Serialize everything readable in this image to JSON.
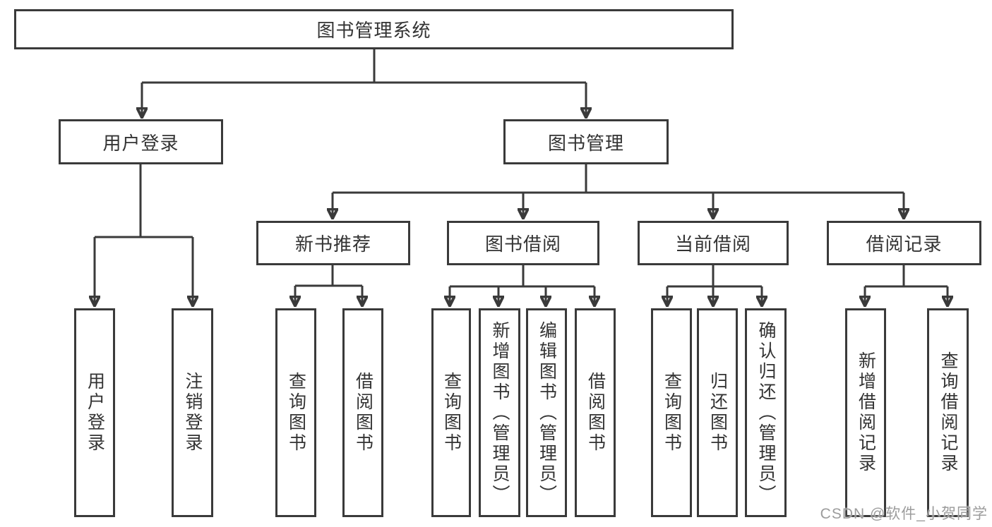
{
  "tree": {
    "root": {
      "label": "图书管理系统"
    },
    "branches": [
      {
        "label": "用户登录",
        "children": [
          {
            "label": "用户登录"
          },
          {
            "label": "注销登录"
          }
        ]
      },
      {
        "label": "图书管理",
        "sections": [
          {
            "label": "新书推荐",
            "children": [
              {
                "label": "查询图书"
              },
              {
                "label": "借阅图书"
              }
            ]
          },
          {
            "label": "图书借阅",
            "children": [
              {
                "label": "查询图书"
              },
              {
                "label": "新增图书（管理员）"
              },
              {
                "label": "编辑图书（管理员）"
              },
              {
                "label": "借阅图书"
              }
            ]
          },
          {
            "label": "当前借阅",
            "children": [
              {
                "label": "查询图书"
              },
              {
                "label": "归还图书"
              },
              {
                "label": "确认归还（管理员）"
              }
            ]
          },
          {
            "label": "借阅记录",
            "children": [
              {
                "label": "新增借阅记录"
              },
              {
                "label": "查询借阅记录"
              }
            ]
          }
        ]
      }
    ]
  },
  "watermark": {
    "text": "CSDN @软件_小贺同学"
  },
  "colors": {
    "line": "#3a3a3a",
    "text": "#333333",
    "background": "#ffffff",
    "watermark": "#9c9c9c"
  }
}
